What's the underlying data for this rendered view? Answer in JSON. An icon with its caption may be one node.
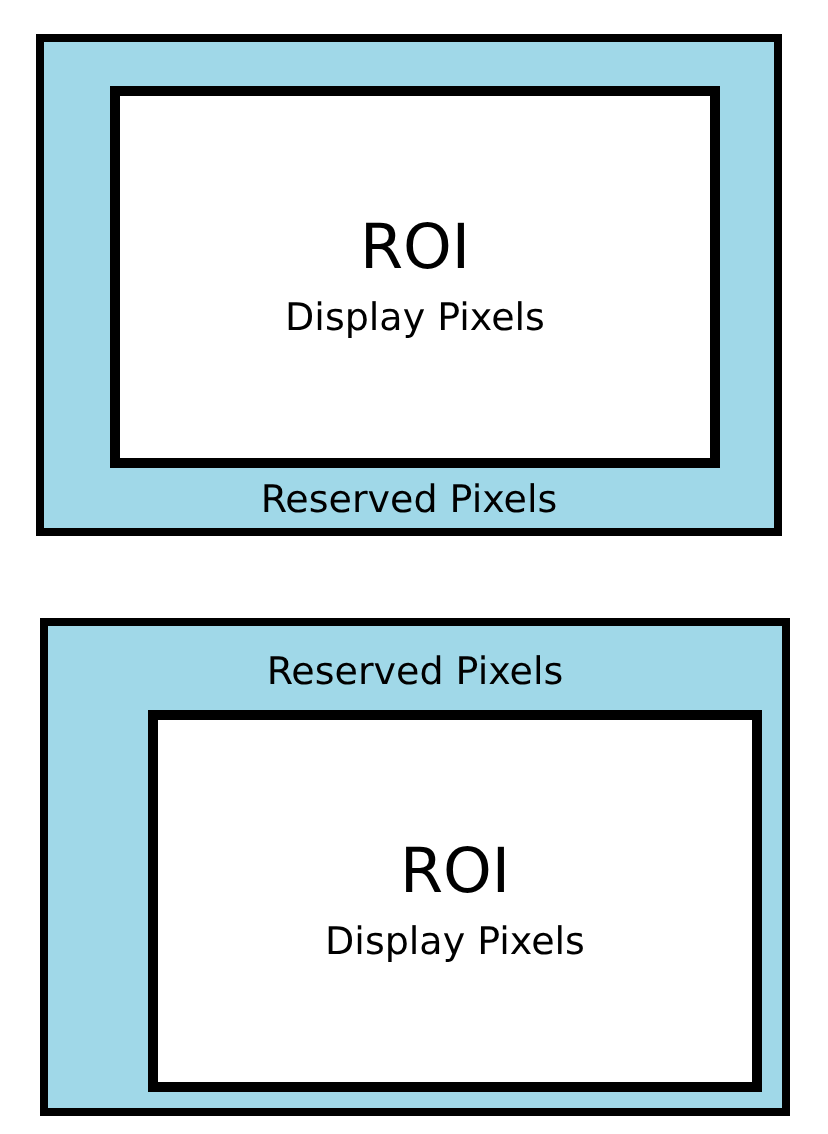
{
  "diagram": {
    "nodes": [
      {
        "text": [
          "Reserved Pixels"
        ]
      },
      {
        "text": [
          "ROI",
          "Display Pixels"
        ],
        "in": 0
      },
      {
        "text": [
          "Reserved Pixels"
        ]
      },
      {
        "text": [
          "ROI",
          "Display Pixels"
        ],
        "in": 2
      }
    ]
  }
}
